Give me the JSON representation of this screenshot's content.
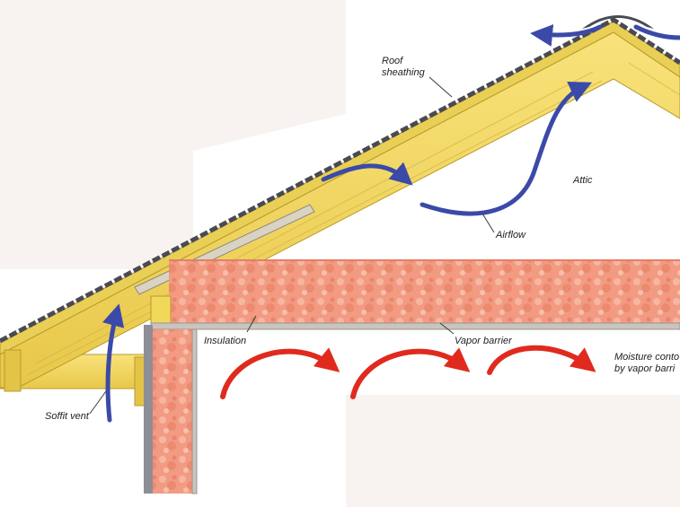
{
  "diagram": {
    "labels": {
      "roof_sheathing_line1": "Roof",
      "roof_sheathing_line2": "sheathing",
      "attic": "Attic",
      "airflow": "Airflow",
      "insulation": "Insulation",
      "vapor_barrier": "Vapor barrier",
      "moisture_line1": "Moisture conto",
      "moisture_line2": "by vapor barri",
      "soffit_vent": "Soffit vent"
    },
    "colors": {
      "wood": "#f1d75a",
      "wood_edge": "#b99a2c",
      "shingle": "#4a4a52",
      "insulation": "#f29b82",
      "airflow": "#3b4aa8",
      "moisture": "#e02a1e",
      "backdrop": "#f8f3f1"
    }
  }
}
